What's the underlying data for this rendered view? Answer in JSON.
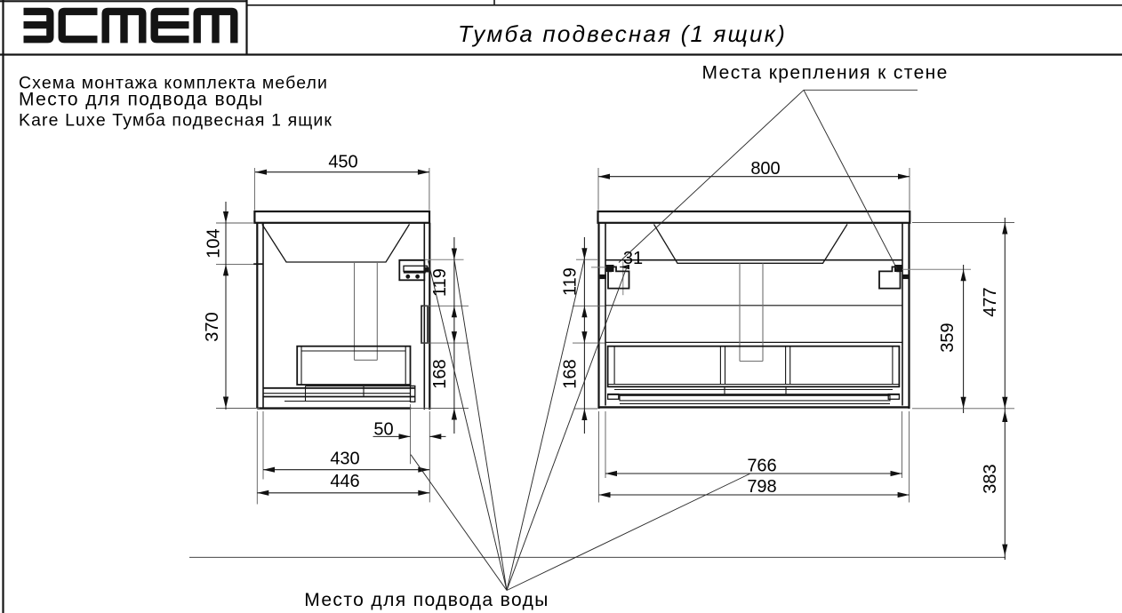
{
  "page": {
    "background": "#ffffff",
    "ink": "#141414"
  },
  "header": {
    "logo_text": "эстет",
    "title": "Тумба подвесная (1 ящик)"
  },
  "notes": {
    "line1": "Схема монтажа комплекта мебели",
    "line2": "Место для подвода воды",
    "line3": "Kare Luxe Тумба подвесная 1 ящик"
  },
  "labels": {
    "wall_mount": "Места крепления к стене",
    "water_supply": "Место для подвода воды"
  },
  "side_view": {
    "description": "side section view of cabinet",
    "dims": {
      "top_width": "450",
      "counter_to_rail": "104",
      "rail_to_bottom": "370",
      "rail_to_outlet": "119",
      "outlet_to_bottom": "168",
      "rear_offset": "50",
      "inner_depth": "430",
      "outer_depth": "446"
    }
  },
  "front_view": {
    "description": "front view of cabinet",
    "dims": {
      "top_width": "800",
      "bracket_offset": "31",
      "rail_to_shelf": "119",
      "shelf_to_bottom": "168",
      "screw_to_bottom": "359",
      "body_height": "477",
      "floor_clearance": "383",
      "inner_width": "766",
      "outer_width": "798"
    }
  }
}
